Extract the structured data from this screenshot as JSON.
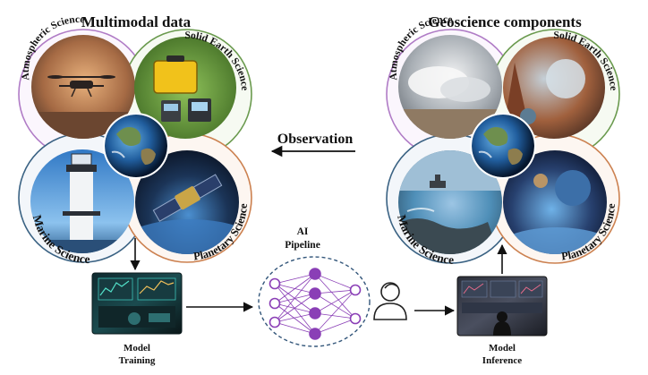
{
  "left_panel": {
    "title": "Multimodal data",
    "atmospheric": "Atmospheric Science",
    "solid_earth": "Solid Earth Science",
    "marine": "Marine Science",
    "planetary": "Planetary Science"
  },
  "right_panel": {
    "title": "Geoscience components",
    "atmospheric": "Atmospheric Science",
    "solid_earth": "Solid Earth Science",
    "marine": "Marine Science",
    "planetary": "Planetary Science"
  },
  "observation": {
    "label": "Observation"
  },
  "pipeline": {
    "line1": "AI",
    "line2": "Pipeline"
  },
  "training": {
    "line1": "Model",
    "line2": "Training"
  },
  "inference": {
    "line1": "Model",
    "line2": "Inference"
  },
  "colors": {
    "atmospheric": "#b07cc6",
    "solid_earth": "#6a9a4e",
    "marine": "#3a6283",
    "planetary": "#cc8150",
    "node": "#8a3fb6"
  },
  "icons": [
    "drone-image",
    "equipment-case-image",
    "lighthouse-image",
    "satellite-image",
    "earth-globe-image",
    "clouds-image",
    "cliffs-planet-image",
    "ship-image",
    "space-planets-image",
    "dashboard-image",
    "analyst-screens-image",
    "person-icon",
    "neural-network-icon"
  ]
}
